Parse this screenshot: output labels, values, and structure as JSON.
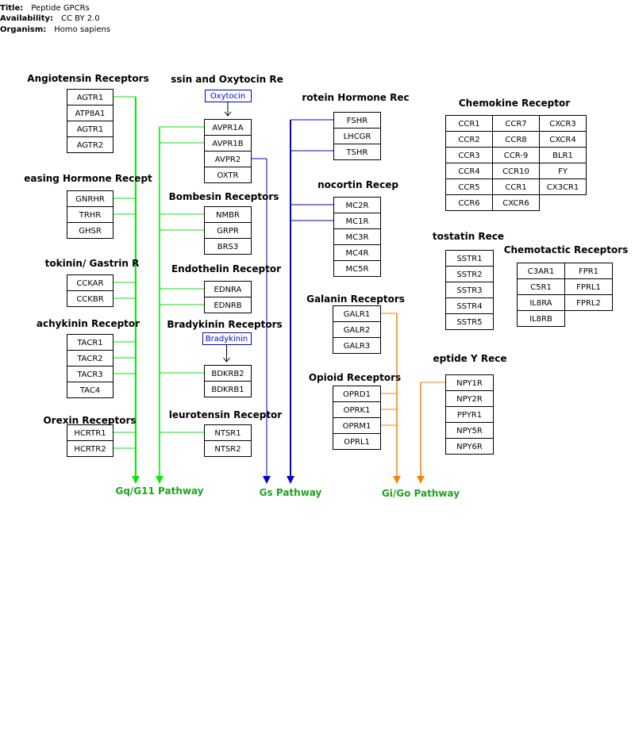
{
  "meta": {
    "title_label": "Title:",
    "title": "Peptide GPCRs",
    "availability_label": "Availability:",
    "availability": "CC BY 2.0",
    "organism_label": "Organism:",
    "organism": "Homo sapiens"
  },
  "colors": {
    "gq": "#00ee00",
    "gs": "#0000dd",
    "gi": "#ff8000",
    "pathway_label": "#22a022",
    "box_border": "#000000",
    "ligand": "#0000cc"
  },
  "pathways": {
    "gq": "Gq/G11 Pathway",
    "gs": "Gs Pathway",
    "gi": "Gi/Go Pathway"
  },
  "groups": {
    "angiotensin": {
      "title": "Angiotensin Receptors",
      "genes": [
        "AGTR1",
        "ATP8A1",
        "AGTR1",
        "AGTR2"
      ]
    },
    "releasing": {
      "title": "easing Hormone Recept",
      "genes": [
        "GNRHR",
        "TRHR",
        "GHSR"
      ]
    },
    "gastrin": {
      "title": "tokinin/ Gastrin R",
      "genes": [
        "CCKAR",
        "CCKBR"
      ]
    },
    "tachykinin": {
      "title": "achykinin Receptor",
      "genes": [
        "TACR1",
        "TACR2",
        "TACR3",
        "TAC4"
      ]
    },
    "orexin": {
      "title": "Orexin Receptors",
      "genes": [
        "HCRTR1",
        "HCRTR2"
      ]
    },
    "vasopressin": {
      "title": "ssin and Oxytocin Re",
      "ligand": "Oxytocin",
      "genes": [
        "AVPR1A",
        "AVPR1B",
        "AVPR2",
        "OXTR"
      ]
    },
    "bombesin": {
      "title": "Bombesin Receptors",
      "genes": [
        "NMBR",
        "GRPR",
        "BRS3"
      ]
    },
    "endothelin": {
      "title": "Endothelin Receptor",
      "genes": [
        "EDNRA",
        "EDNRB"
      ]
    },
    "bradykinin": {
      "title": "Bradykinin Receptors",
      "ligand": "Bradykinin",
      "genes": [
        "BDKRB2",
        "BDKRB1"
      ]
    },
    "neurotensin": {
      "title": "leurotensin Receptor",
      "genes": [
        "NTSR1",
        "NTSR2"
      ]
    },
    "protein": {
      "title": "rotein Hormone Rec",
      "genes": [
        "FSHR",
        "LHCGR",
        "TSHR"
      ]
    },
    "melanocortin": {
      "title": "nocortin Recep",
      "genes": [
        "MC2R",
        "MC1R",
        "MC3R",
        "MC4R",
        "MC5R"
      ]
    },
    "galanin": {
      "title": "Galanin Receptors",
      "genes": [
        "GALR1",
        "GALR2",
        "GALR3"
      ]
    },
    "opioid": {
      "title": "Opioid Receptors",
      "genes": [
        "OPRD1",
        "OPRK1",
        "OPRM1",
        "OPRL1"
      ]
    },
    "chemokine": {
      "title": "Chemokine Receptor",
      "genes": [
        "CCR1",
        "CCR7",
        "CXCR3",
        "CCR2",
        "CCR8",
        "CXCR4",
        "CCR3",
        "CCR-9",
        "BLR1",
        "CCR4",
        "CCR10",
        "FY",
        "CCR5",
        "CCR1",
        "CX3CR1",
        "CCR6",
        "CXCR6"
      ]
    },
    "somatostatin": {
      "title": "tostatin  Rece",
      "genes": [
        "SSTR1",
        "SSTR2",
        "SSTR3",
        "SSTR4",
        "SSTR5"
      ]
    },
    "chemotactic": {
      "title": "Chemotactic Receptors",
      "genes": [
        "C3AR1",
        "FPR1",
        "C5R1",
        "FPRL1",
        "IL8RA",
        "FPRL2",
        "IL8RB"
      ]
    },
    "npy": {
      "title": "eptide Y  Rece",
      "genes": [
        "NPY1R",
        "NPY2R",
        "PPYR1",
        "NPY5R",
        "NPY6R"
      ]
    }
  }
}
